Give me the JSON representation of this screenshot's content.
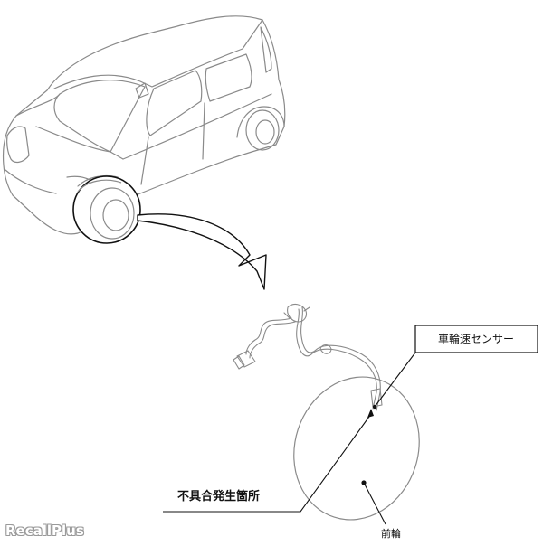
{
  "labels": {
    "sensor": "車輪速センサー",
    "defect_location": "不具合発生箇所",
    "front_wheel": "前輪"
  },
  "watermark": "RecallPlus",
  "colors": {
    "line": "#8a8a8a",
    "dark_line": "#111111",
    "background": "#ffffff"
  }
}
